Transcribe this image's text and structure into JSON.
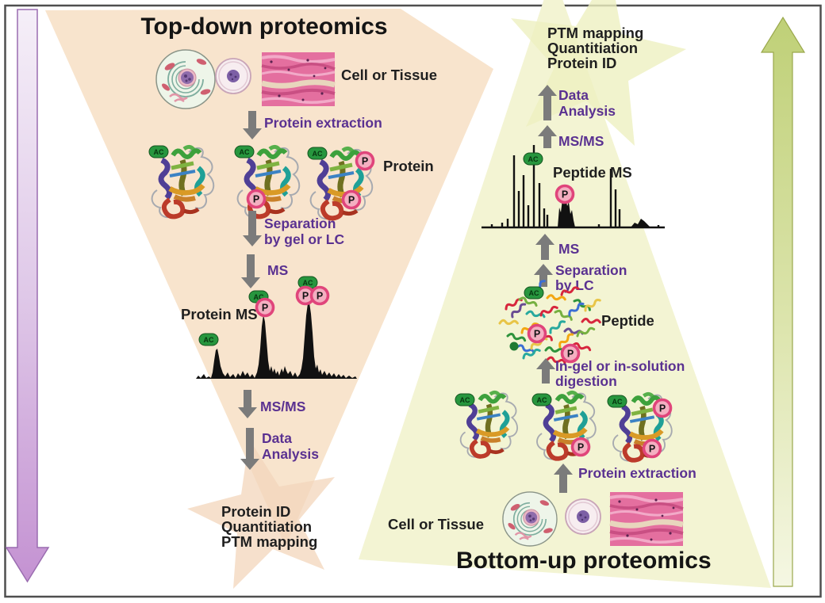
{
  "figure": {
    "type": "proteomics-workflow-diagram"
  },
  "top_down": {
    "title": "Top-down proteomics",
    "sample_label": "Cell or Tissue",
    "protein_label": "Protein",
    "spectrum_label": "Protein MS",
    "steps": {
      "extraction": "Protein extraction",
      "separation": [
        "Separation",
        "by gel or LC"
      ],
      "ms": "MS",
      "msms": "MS/MS",
      "data_analysis": [
        "Data",
        "Analysis"
      ]
    },
    "outcomes": [
      "Protein ID",
      "Quantitiation",
      "PTM mapping"
    ]
  },
  "bottom_up": {
    "title": "Bottom-up proteomics",
    "sample_label": "Cell or Tissue",
    "peptide_label": "Peptide",
    "spectrum_label": "Peptide MS",
    "steps": {
      "extraction": "Protein extraction",
      "digestion": [
        "In-gel or in-solution",
        "digestion"
      ],
      "separation": [
        "Separation",
        "by LC"
      ],
      "ms": "MS",
      "msms": "MS/MS",
      "data_analysis": [
        "Data",
        "Analysis"
      ]
    },
    "outcomes": [
      "PTM mapping",
      "Quantitiation",
      "Protein ID"
    ]
  },
  "badges": {
    "acetylation": "AC",
    "phosphorylation": "P"
  },
  "colors": {
    "top_down_fill": "#f8e4cd",
    "top_down_star": "#f3d6bb",
    "bottom_up_fill": "#f3f4d3",
    "bottom_up_star": "#edf0c0",
    "step_text_purple": "#5a3191",
    "process_arrow_gray": "#7b7b7b",
    "acetyl_badge_green": "#27963e",
    "phospho_badge_pink": "#e0457b",
    "down_arrow_purple": "#c492d2",
    "up_arrow_green": "#bfd077"
  }
}
